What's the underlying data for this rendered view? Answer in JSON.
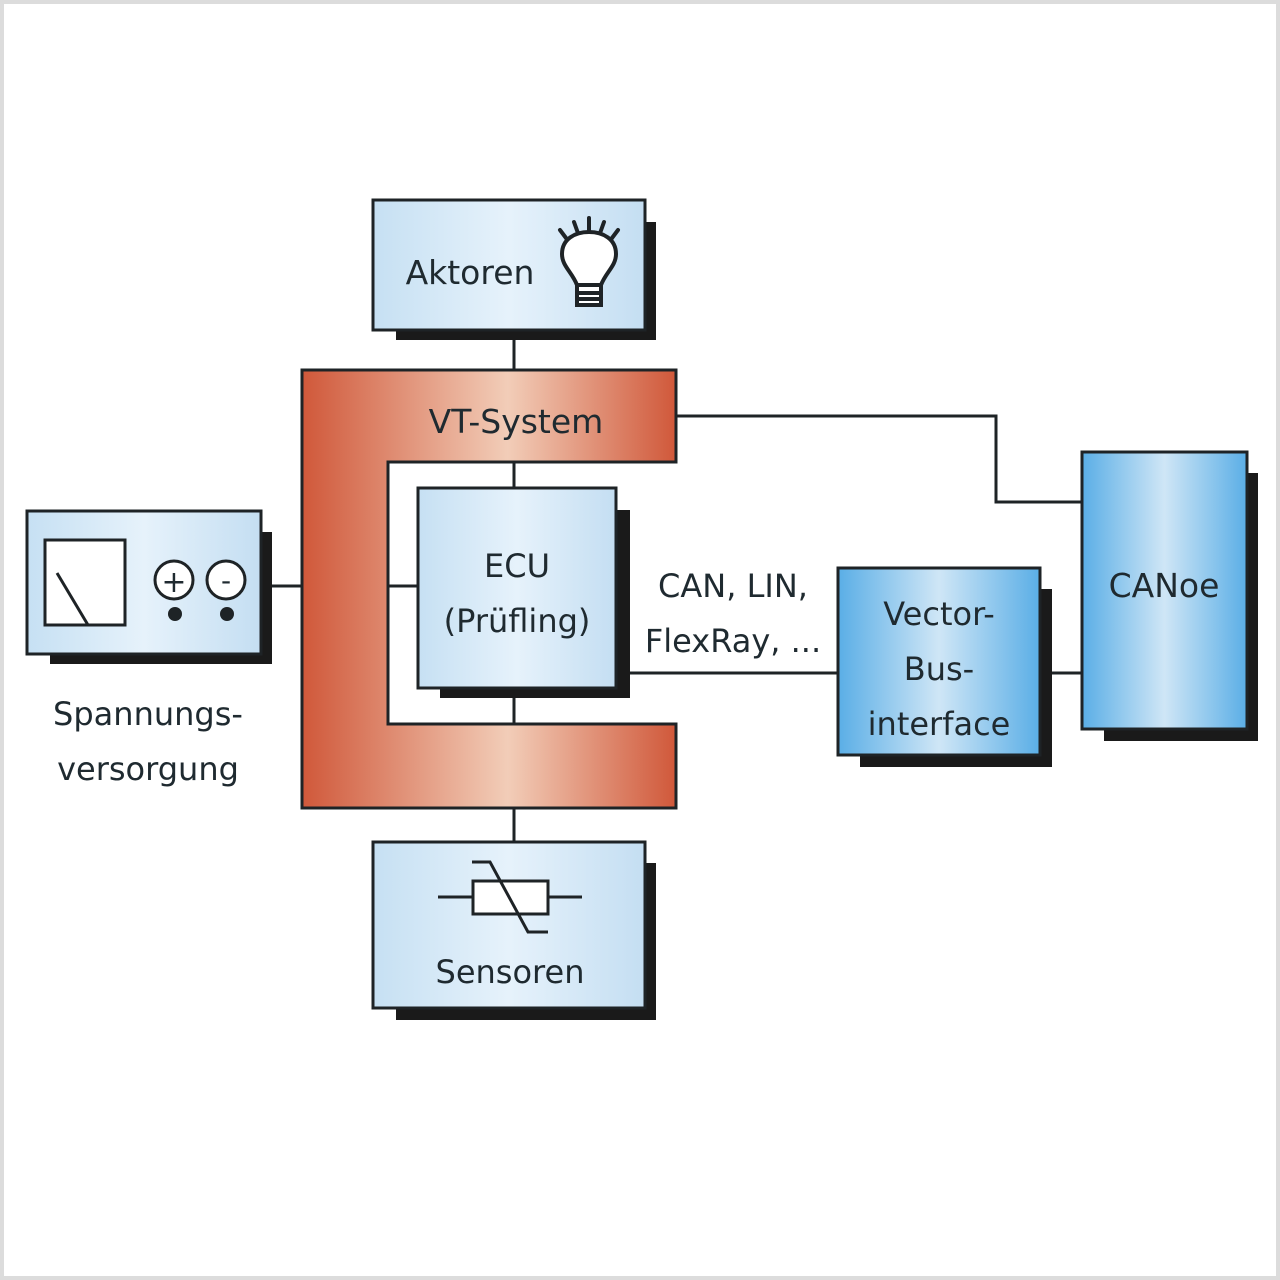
{
  "diagram": {
    "colors": {
      "box_light": "#dcecf8",
      "box_light_edge": "#bcd9ef",
      "box_strong": "#5aaee6",
      "box_strong_center": "#cfe6f6",
      "vt_edge": "#d0583a",
      "vt_center": "#f2cdb8",
      "outline": "#1e2326",
      "shadow": "#1a1a1a",
      "text": "#1f2a30",
      "frame": "#dcdcdc"
    },
    "nodes": {
      "aktoren": {
        "label": "Aktoren",
        "icon": "lightbulb-icon"
      },
      "vt_system": {
        "label": "VT-System"
      },
      "ecu": {
        "line1": "ECU",
        "line2": "(Prüfling)"
      },
      "power_supply": {
        "icon": "power-supply-icon",
        "plus": "+",
        "minus": "-",
        "caption_line1": "Spannungs-",
        "caption_line2": "versorgung"
      },
      "sensoren": {
        "label": "Sensoren",
        "icon": "thermistor-icon"
      },
      "vector_bus_interface": {
        "line1": "Vector-",
        "line2": "Bus-",
        "line3": "interface"
      },
      "canoe": {
        "label": "CANoe"
      }
    },
    "bus_label": {
      "line1": "CAN, LIN,",
      "line2": "FlexRay, ..."
    },
    "connections": [
      {
        "from": "Aktoren",
        "to": "VT-System"
      },
      {
        "from": "VT-System",
        "to": "ECU (Prüfling)"
      },
      {
        "from": "VT-System",
        "to": "Spannungsversorgung"
      },
      {
        "from": "VT-System",
        "to": "Sensoren"
      },
      {
        "from": "VT-System",
        "to": "CANoe"
      },
      {
        "from": "ECU (Prüfling)",
        "to": "Vector-Businterface",
        "label": "CAN, LIN, FlexRay, ..."
      },
      {
        "from": "Vector-Businterface",
        "to": "CANoe"
      }
    ]
  }
}
